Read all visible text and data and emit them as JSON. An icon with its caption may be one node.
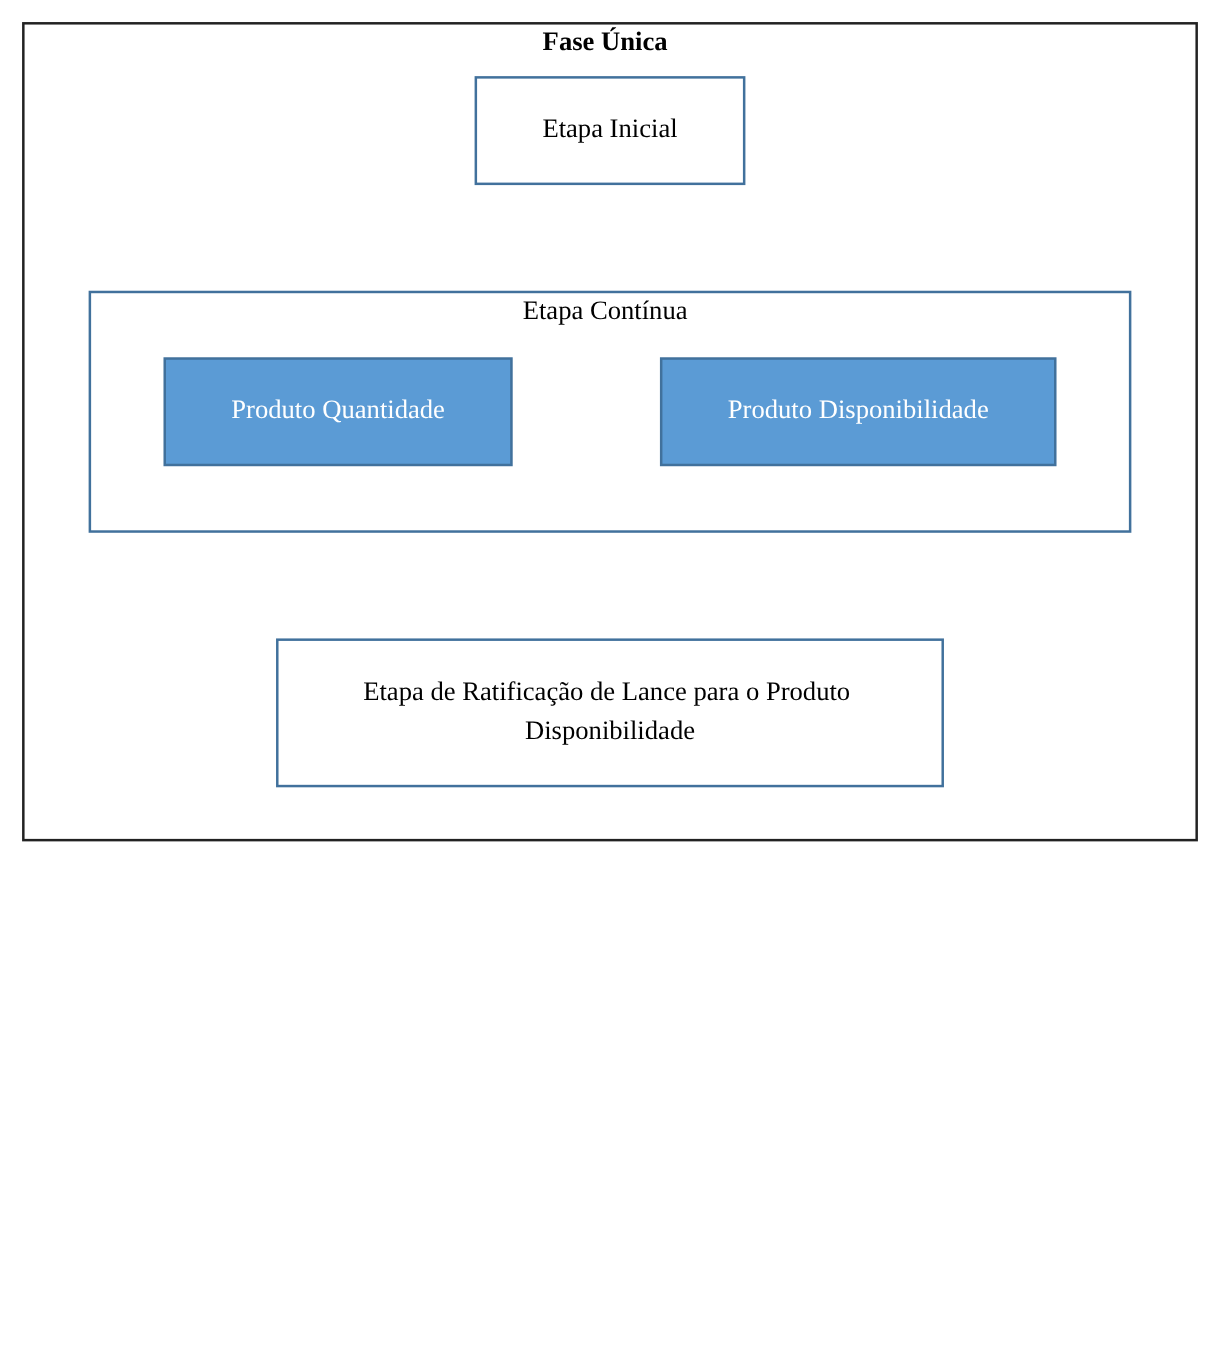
{
  "diagram": {
    "nodes": [
      {
        "text": [
          "Fase Única"
        ]
      },
      {
        "text": [
          "Etapa Inicial"
        ],
        "in": 0
      },
      {
        "text": [
          "Etapa Contínua"
        ],
        "in": 0
      },
      {
        "text": [
          "Produto Quantidade"
        ],
        "in": 2
      },
      {
        "text": [
          "Produto Disponibilidade"
        ],
        "in": 2
      },
      {
        "text": [
          "Etapa de Ratificação de Lance para o Produto Disponibilidade"
        ],
        "in": 0
      }
    ]
  }
}
